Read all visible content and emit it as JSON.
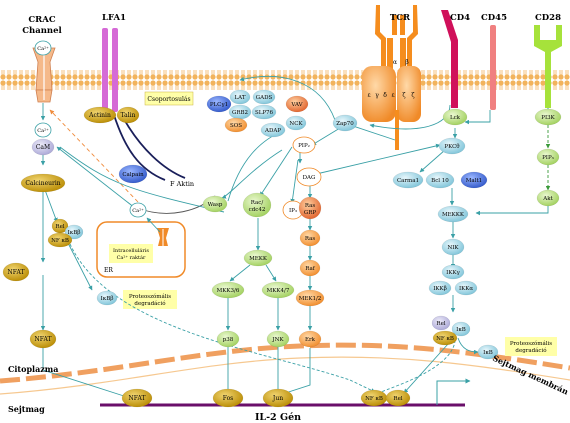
{
  "labels": {
    "crac": "CRAC",
    "crac2": "Channel",
    "lfa1": "LFA1",
    "tcr": "TCR",
    "cd4": "CD4",
    "cd45": "CD45",
    "cd28": "CD28",
    "alpha": "α",
    "beta": "β",
    "eps1": "ε",
    "gam": "γ",
    "delta": "δ",
    "eps2": "ε",
    "zeta1": "ζ",
    "zeta2": "ζ",
    "csoportosulas": "Csoportosulás",
    "faktin": "F Aktin",
    "citoplazma": "Citoplazma",
    "sejtmag": "Sejtmag",
    "sejtmagmembran": "Sejtmag membrán",
    "il2gen": "IL-2 Gén",
    "er": "ER",
    "intracell1": "Intracelluláris",
    "intracell2": "Ca²⁺ raktár",
    "proteo1a": "Proteoszómális",
    "proteo1b": "degradáció",
    "proteo2a": "Proteoszómális",
    "proteo2b": "degradáció"
  },
  "nodes": {
    "ca_top": "Ca²⁺",
    "ca_mid": "Ca²⁺",
    "cam": "CaM",
    "calcineurin": "Calcineurin",
    "rel_l": "Rel",
    "ikbb_l": "IκBβ",
    "nfkb_l": "NF κB",
    "ikbb_deg": "IκBβ",
    "nfat1": "NFAT",
    "nfat2": "NFAT",
    "nfat_dna": "NFAT",
    "actinin": "Actinin",
    "talin": "Talin",
    "calpain": "Calpain",
    "ca_er": "Ca²⁺",
    "plcg1": "PLCγ1",
    "lat": "LAT",
    "gads": "GADS",
    "grb2": "GRB2",
    "slp76": "SLP76",
    "vav": "VAV",
    "sos": "SOS",
    "nck": "NCK",
    "adap": "ADAP",
    "zap70": "Zap70",
    "lck": "Lck",
    "pip2": "PIP₂",
    "wasp": "Wasp",
    "rascdc42": "Rac/",
    "rascdc42b": "cdc42",
    "ip3": "IP₃",
    "dag": "DAG",
    "rasgrp": "Ras",
    "rasgrp2": "GRP",
    "ras": "Ras",
    "raf": "Raf",
    "mek12": "MEK1/2",
    "erk": "Erk",
    "mekk": "MEKK",
    "mkk36": "MKK3/6",
    "mkk47": "MKK4/7",
    "p38": "p38",
    "jnk": "JNK",
    "pkct": "PKCθ",
    "carma1": "Carma1",
    "bcl10": "Bcl 10",
    "malt1": "Malt1",
    "mekkk": "MEKKK",
    "nik": "NIK",
    "ikkg": "IKKγ",
    "ikkb": "IKKβ",
    "ikka": "IKKα",
    "rel_r": "Rel",
    "ikb_r": "IκB",
    "nfkb_r": "NF κB",
    "ikb_deg": "IκB",
    "pi3k": "PI3K",
    "pip3": "PIP₃",
    "akt": "Akt",
    "fos": "Fos",
    "jun": "Jun",
    "nfkb_dna": "NF κB",
    "rel_dna": "Rel"
  },
  "colors": {
    "membrane": "#f2b35c",
    "lfa1": "#d56ad6",
    "tcr": "#f58d1e",
    "cd4": "#d0105a",
    "cd45": "#f08080",
    "cd28": "#a6e23b",
    "tealArrow": "#3aa0a6",
    "green": "#b8e07a",
    "blue": "#8ccfe0",
    "olive": "#c49a10",
    "gene": "#6a0f6a"
  }
}
